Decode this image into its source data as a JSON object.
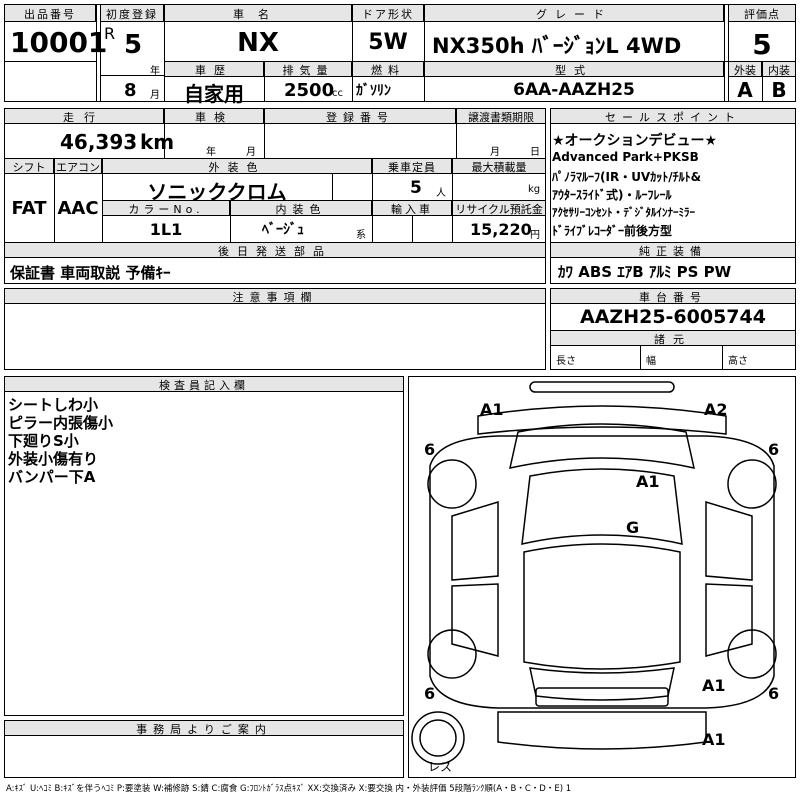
{
  "header": {
    "lot_label": "出品番号",
    "lot_value": "10001",
    "first_reg_label": "初度登録",
    "era": "R",
    "year": "5",
    "year_unit": "年",
    "month": "8",
    "month_unit": "月",
    "name_label": "車名",
    "name_value": "NX",
    "history_label": "車歴",
    "history_value": "自家用",
    "cc_label": "排気量",
    "cc_value": "2500",
    "cc_unit": "cc",
    "door_label": "ドア形状",
    "door_value": "5W",
    "fuel_label": "燃料",
    "fuel_value": "ｶﾞｿﾘﾝ",
    "grade_label": "グレード",
    "grade_value": "NX350h ﾊﾞｰｼﾞｮﾝL 4WD",
    "model_label": "型式",
    "model_value": "6AA-AAZH25",
    "score_label": "評価点",
    "score_value": "5",
    "ext_label": "外装",
    "ext_value": "A",
    "int_label": "内装",
    "int_value": "B"
  },
  "row2": {
    "mileage_label": "走行",
    "mileage_value": "46,393",
    "mileage_unit": "km",
    "inspection_label": "車検",
    "ins_year_unit": "年",
    "ins_month_unit": "月",
    "reg_no_label": "登録番号",
    "transfer_label": "譲渡書類期限",
    "tr_month_unit": "月",
    "tr_day_unit": "日",
    "shift_label": "シフト",
    "shift_value": "FAT",
    "ac_label": "エアコン",
    "ac_value": "AAC",
    "color_label": "外装色",
    "color_value": "ソニッククロム",
    "capacity_label": "乗車定員",
    "capacity_value": "5",
    "capacity_unit": "人",
    "load_label": "最大積載量",
    "load_unit": "kg",
    "color_no_label": "カラーNo.",
    "color_no_value": "1L1",
    "int_color_label": "内装色",
    "int_color_value": "ﾍﾞｰｼﾞｭ",
    "int_color_unit": "系",
    "import_label": "輸入車",
    "recycle_label": "リサイクル預託金",
    "recycle_value": "15,220",
    "recycle_unit": "円",
    "later_label": "後日発送部品",
    "later_value": "保証書 車両取説 予備ｷｰ"
  },
  "sales": {
    "label": "セールスポイント",
    "lines": [
      "★オークションデビュー★",
      "Advanced Park+PKSB",
      "ﾊﾟﾉﾗﾏﾙｰﾌ(IR・UVｶｯﾄ/ﾁﾙﾄ&",
      "ｱｳﾀｰｽﾗｲﾄﾞ式)・ﾙｰﾌﾚｰﾙ",
      "ｱｸｾｻﾘｰｺﾝｾﾝﾄ・ﾃﾞｼﾞﾀﾙｲﾝﾅｰﾐﾗｰ",
      "ﾄﾞﾗｲﾌﾞﾚｺｰﾀﾞｰ前後方型"
    ]
  },
  "equipment": {
    "label": "純正装備",
    "value": "ｶﾜ ABS ｴｱB ｱﾙﾐ PS PW"
  },
  "caution": {
    "label": "注意事項欄"
  },
  "chassis": {
    "label": "車台番号",
    "value": "AAZH25-6005744",
    "dims_label": "諸元",
    "length": "長さ",
    "width": "幅",
    "height": "高さ"
  },
  "inspector": {
    "label": "検査員記入欄",
    "notes": [
      "シートしわ小",
      "ピラー内張傷小",
      "下廻りS小",
      "外装小傷有り",
      "バンパー下A"
    ]
  },
  "office": {
    "label": "事務局よりご案内"
  },
  "diagram": {
    "marks": [
      "A1",
      "A2",
      "6",
      "6",
      "A1",
      "G",
      "6",
      "6",
      "A1",
      "A1"
    ],
    "less_label": "レス"
  },
  "footer": {
    "legend": "A:ｷｽﾞ U:ﾍｺﾐ B:ｷｽﾞを伴うﾍｺﾐ P:要塗装 W:補修跡 S:錆 C:腐食 G:ﾌﾛﾝﾄｶﾞﾗｽ点ｷｽﾞ XX:交換済み X:要交換 内・外装評価 5段階ﾗﾝｸ順(A・B・C・D・E) 1"
  }
}
